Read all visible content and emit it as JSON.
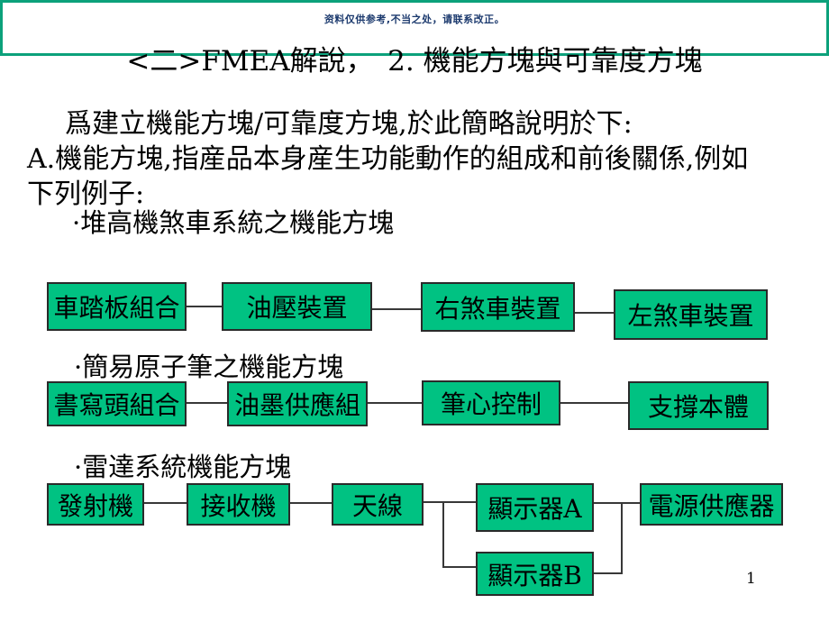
{
  "slide": {
    "notice": "资料仅供参考,不当之处，请联系改正。",
    "title": "<二>FMEA解說，　2. 機能方塊與可靠度方塊",
    "page_number": "1"
  },
  "intro": {
    "line1": "爲建立機能方塊/可靠度方塊,於此簡略說明於下:",
    "line2": "A.機能方塊,指産品本身産生功能動作的組成和前後關係,例如",
    "line3": "下列例子:"
  },
  "diagrams": [
    {
      "label": "·堆高機煞車系統之機能方塊",
      "boxes": [
        "車踏板組合",
        "油壓裝置",
        "右煞車裝置",
        "左煞車裝置"
      ]
    },
    {
      "label": "·簡易原子筆之機能方塊",
      "boxes": [
        "書寫頭組合",
        "油墨供應組",
        "筆心控制",
        "支撐本體"
      ]
    },
    {
      "label": "·雷達系統機能方塊",
      "boxes": [
        "發射機",
        "接收機",
        "天線",
        "顯示器A",
        "顯示器B",
        "電源供應器"
      ]
    }
  ],
  "colors": {
    "box_fill": "#00c282",
    "frame_green": "#0ca17b",
    "notice_blue": "#1c3a6e",
    "connector": "#383838"
  }
}
